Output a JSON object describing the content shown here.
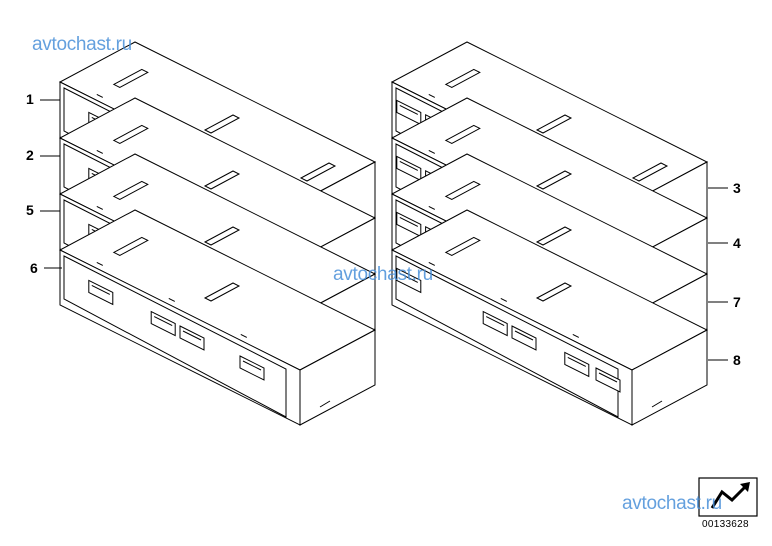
{
  "watermarks": [
    "avtochast.ru",
    "avtochast.ru",
    "avtochast.ru"
  ],
  "callouts_left": [
    "1",
    "2",
    "5",
    "6"
  ],
  "callouts_right": [
    "3",
    "4",
    "7",
    "8"
  ],
  "document_number": "00133628",
  "icon": "parts-diagram-corner-icon"
}
